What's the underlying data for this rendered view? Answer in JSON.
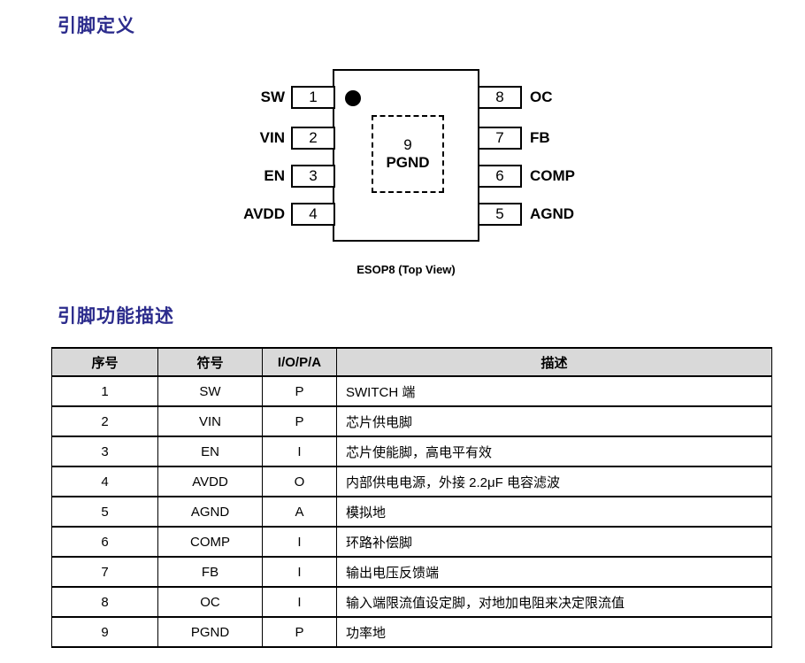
{
  "colors": {
    "accent_title": "#2b2b8c",
    "table_header_bg": "#d9d9d9",
    "line": "#000000"
  },
  "section1": {
    "title": "引脚定义"
  },
  "diagram": {
    "package_caption": "ESOP8 (Top View)",
    "orientation_dot": "pin1-marker",
    "center_pad": {
      "num": "9",
      "label": "PGND"
    },
    "left_pins": [
      {
        "label": "SW",
        "num": "1"
      },
      {
        "label": "VIN",
        "num": "2"
      },
      {
        "label": "EN",
        "num": "3"
      },
      {
        "label": "AVDD",
        "num": "4"
      }
    ],
    "right_pins": [
      {
        "num": "8",
        "label": "OC"
      },
      {
        "num": "7",
        "label": "FB"
      },
      {
        "num": "6",
        "label": "COMP"
      },
      {
        "num": "5",
        "label": "AGND"
      }
    ]
  },
  "section2": {
    "title": "引脚功能描述"
  },
  "table": {
    "headers": [
      "序号",
      "符号",
      "I/O/P/A",
      "描述"
    ],
    "rows": [
      {
        "num": "1",
        "symbol": "SW",
        "type": "P",
        "desc": "SWITCH 端"
      },
      {
        "num": "2",
        "symbol": "VIN",
        "type": "P",
        "desc": "芯片供电脚"
      },
      {
        "num": "3",
        "symbol": "EN",
        "type": "I",
        "desc": "芯片使能脚，高电平有效"
      },
      {
        "num": "4",
        "symbol": "AVDD",
        "type": "O",
        "desc": "内部供电电源，外接 2.2μF 电容滤波"
      },
      {
        "num": "5",
        "symbol": "AGND",
        "type": "A",
        "desc": "模拟地"
      },
      {
        "num": "6",
        "symbol": "COMP",
        "type": "I",
        "desc": "环路补偿脚"
      },
      {
        "num": "7",
        "symbol": "FB",
        "type": "I",
        "desc": "输出电压反馈端"
      },
      {
        "num": "8",
        "symbol": "OC",
        "type": "I",
        "desc": "输入端限流值设定脚，对地加电阻来决定限流值"
      },
      {
        "num": "9",
        "symbol": "PGND",
        "type": "P",
        "desc": "功率地"
      }
    ]
  }
}
